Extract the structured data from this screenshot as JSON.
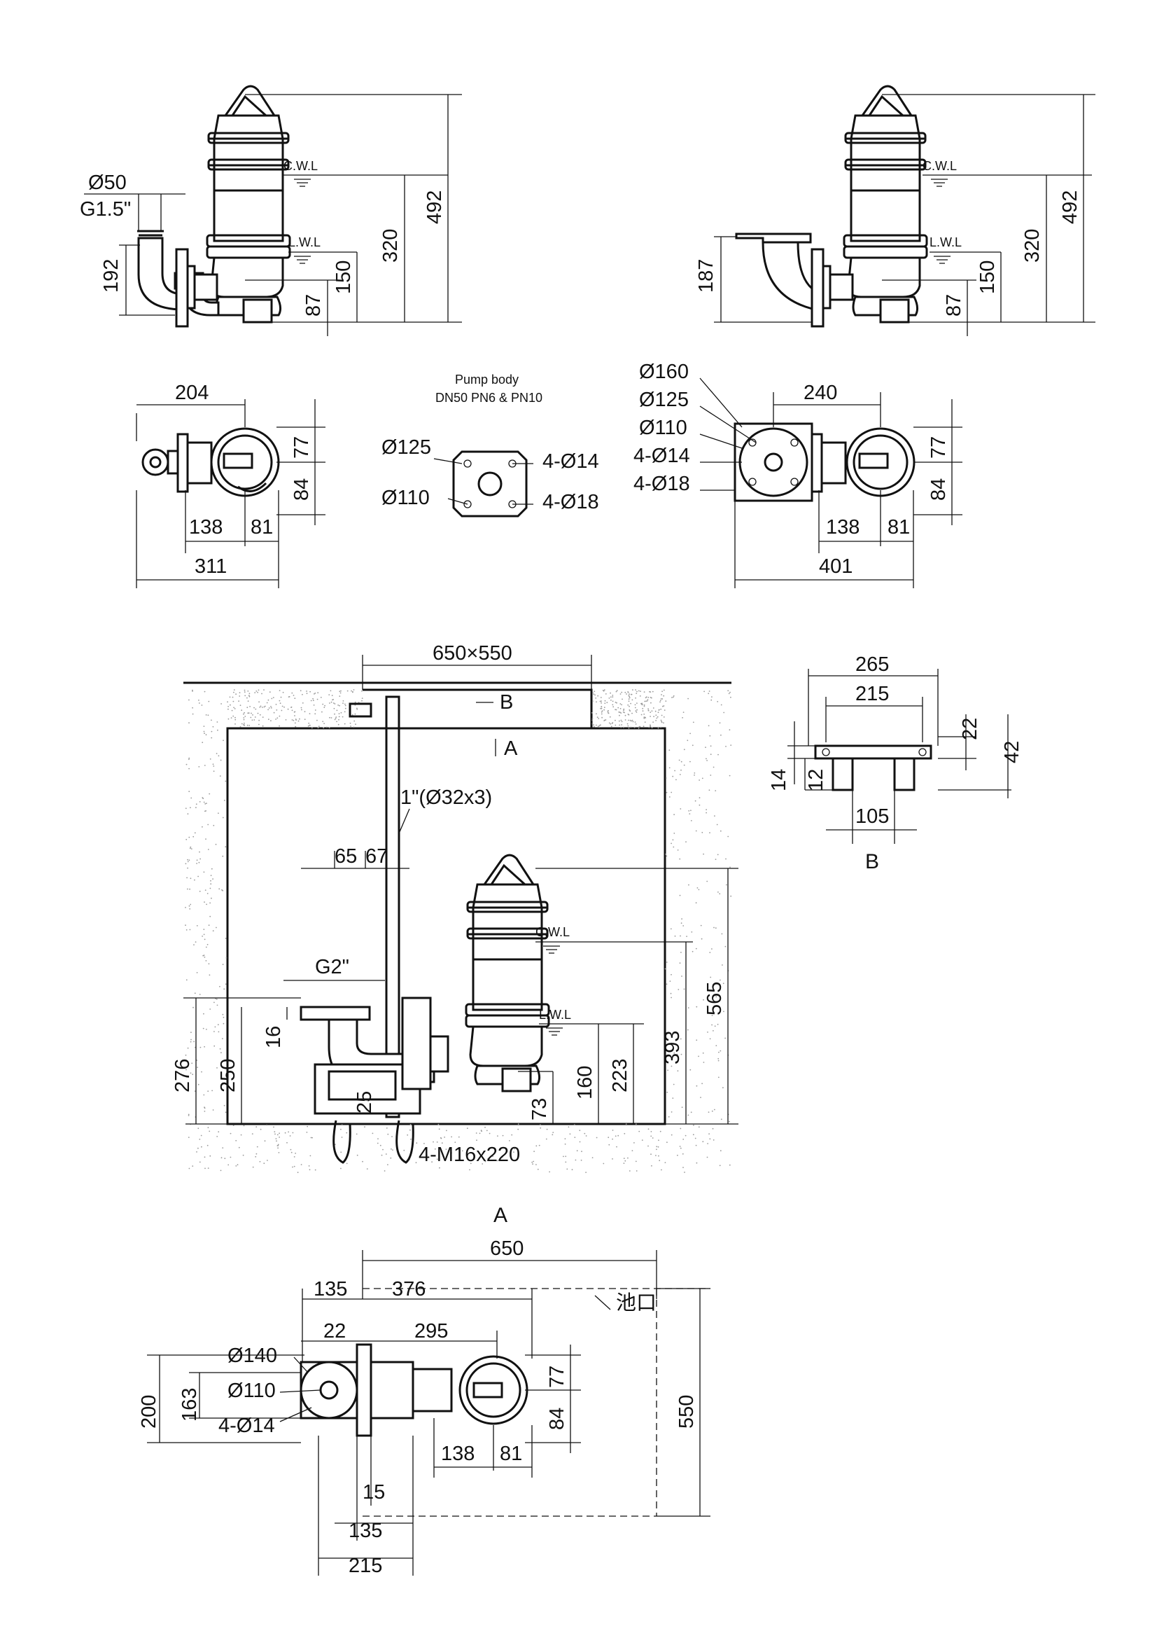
{
  "view1": {
    "dims": [
      "Ø50",
      "G1.5\"",
      "192",
      "87",
      "150",
      "320",
      "492"
    ],
    "cwl": "C.W.L",
    "lwl": "L.W.L"
  },
  "view2": {
    "dims": [
      "187",
      "87",
      "150",
      "320",
      "492"
    ],
    "cwl": "C.W.L",
    "lwl": "L.W.L"
  },
  "view3": {
    "dims": [
      "204",
      "77",
      "84",
      "138",
      "81",
      "311"
    ]
  },
  "pump_body": {
    "title_line1": "Pump body",
    "title_line2": "DN50 PN6 & PN10",
    "dims": [
      "Ø125",
      "Ø110",
      "4-Ø14",
      "4-Ø18"
    ]
  },
  "view4": {
    "dims": [
      "Ø160",
      "Ø125",
      "Ø110",
      "4-Ø14",
      "4-Ø18",
      "240",
      "77",
      "84",
      "138",
      "81",
      "401"
    ]
  },
  "section_a": {
    "dims": [
      "650×550",
      "1\"(Ø32x3)",
      "65",
      "67",
      "G2\"",
      "16",
      "276",
      "250",
      "25",
      "73",
      "160",
      "223",
      "393",
      "565",
      "4-M16x220"
    ],
    "cwl": "C.W.L",
    "lwl": "L.W.L",
    "label_b": "B",
    "label_a_arrow": "A",
    "view_title": "A"
  },
  "detail_b": {
    "dims": [
      "265",
      "215",
      "22",
      "42",
      "14",
      "12",
      "105"
    ],
    "view_title": "B"
  },
  "plan_view": {
    "dims": [
      "650",
      "135",
      "376",
      "22",
      "295",
      "Ø140",
      "Ø110",
      "4-Ø14",
      "200",
      "163",
      "77",
      "84",
      "138",
      "81",
      "15",
      "135",
      "215",
      "550"
    ],
    "pit_opening": "池口"
  },
  "colors": {
    "ink": "#111111",
    "paper": "#ffffff",
    "speckle": "#9a9a9a"
  }
}
